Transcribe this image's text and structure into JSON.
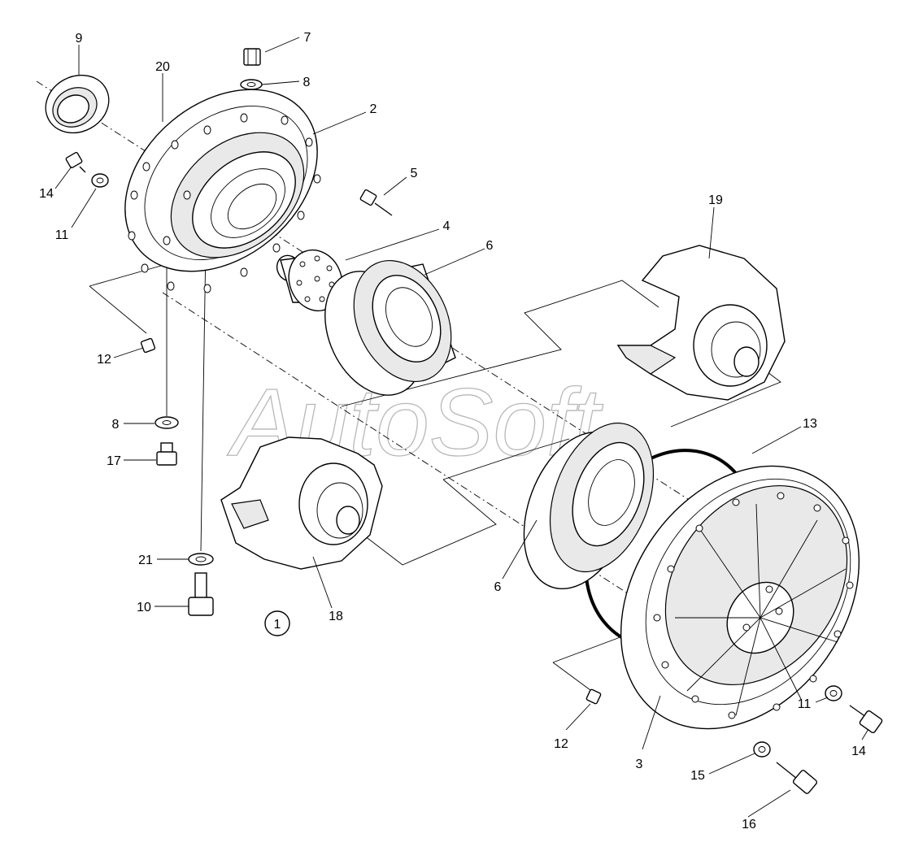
{
  "figure": {
    "watermark": "AutoSoft",
    "view_marker": "1"
  },
  "callouts": [
    {
      "id": "c9",
      "text": "9"
    },
    {
      "id": "c20",
      "text": "20"
    },
    {
      "id": "c7",
      "text": "7"
    },
    {
      "id": "c8a",
      "text": "8"
    },
    {
      "id": "c2",
      "text": "2"
    },
    {
      "id": "c14a",
      "text": "14"
    },
    {
      "id": "c11a",
      "text": "11"
    },
    {
      "id": "c5",
      "text": "5"
    },
    {
      "id": "c4",
      "text": "4"
    },
    {
      "id": "c19",
      "text": "19"
    },
    {
      "id": "c6a",
      "text": "6"
    },
    {
      "id": "c12a",
      "text": "12"
    },
    {
      "id": "c8b",
      "text": "8"
    },
    {
      "id": "c17",
      "text": "17"
    },
    {
      "id": "c13",
      "text": "13"
    },
    {
      "id": "c21",
      "text": "21"
    },
    {
      "id": "c10",
      "text": "10"
    },
    {
      "id": "c18",
      "text": "18"
    },
    {
      "id": "c6b",
      "text": "6"
    },
    {
      "id": "c11b",
      "text": "11"
    },
    {
      "id": "c14b",
      "text": "14"
    },
    {
      "id": "c12b",
      "text": "12"
    },
    {
      "id": "c3",
      "text": "3"
    },
    {
      "id": "c15",
      "text": "15"
    },
    {
      "id": "c16",
      "text": "16"
    }
  ]
}
